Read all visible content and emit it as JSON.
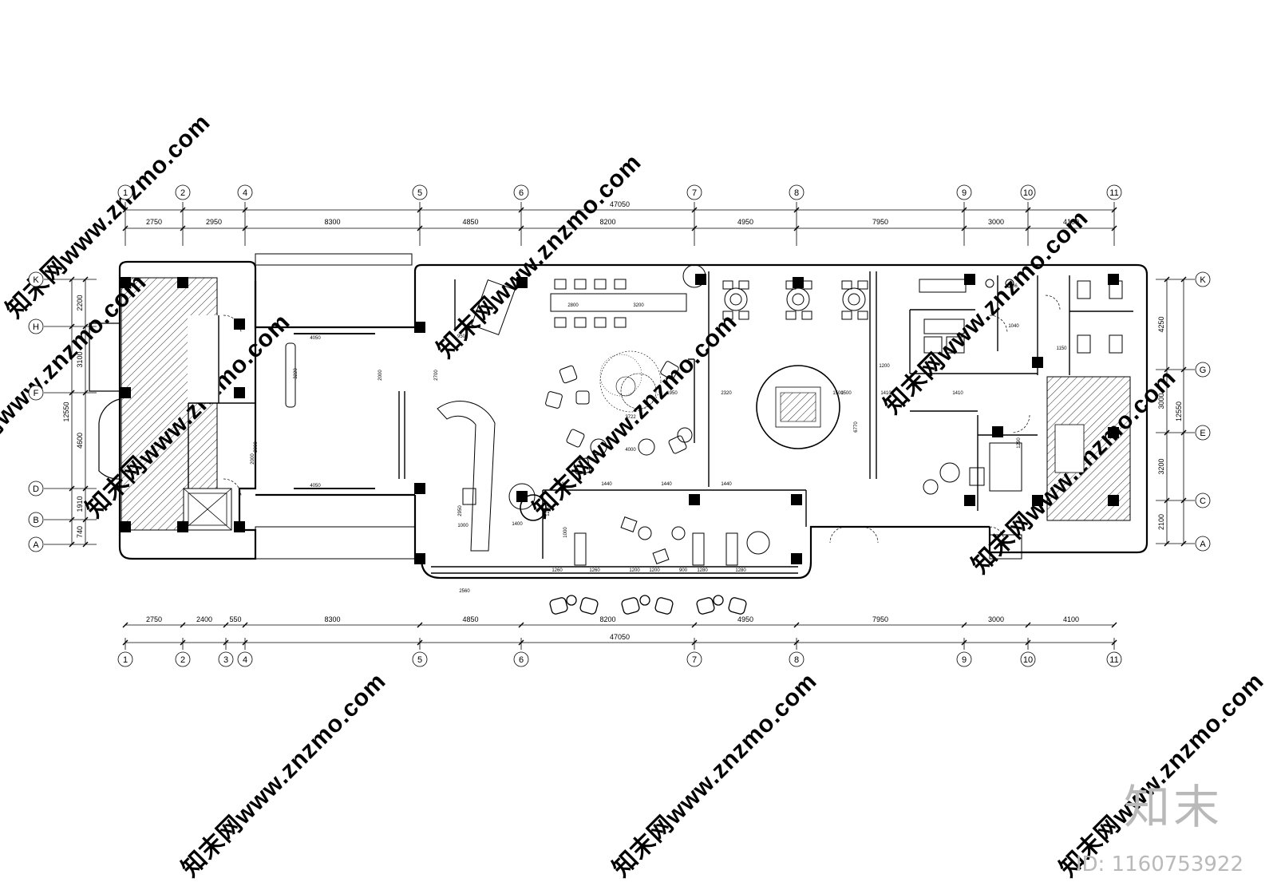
{
  "plan": {
    "top_overall": "47050",
    "top_spans": [
      "2750",
      "2950",
      "8300",
      "4850",
      "8200",
      "4950",
      "7950",
      "3000",
      "4100"
    ],
    "top_axes": [
      "1",
      "2",
      "4",
      "5",
      "6",
      "7",
      "8",
      "9",
      "10",
      "11"
    ],
    "bottom_overall": "47050",
    "bottom_spans": [
      "2750",
      "2400",
      "550",
      "8300",
      "4850",
      "8200",
      "4950",
      "7950",
      "3000",
      "4100"
    ],
    "bottom_axes": [
      "1",
      "2",
      "3",
      "4",
      "5",
      "6",
      "7",
      "8",
      "9",
      "10",
      "11"
    ],
    "left_axes": [
      "K",
      "H",
      "F",
      "D",
      "B",
      "A"
    ],
    "left_spans": [
      "2200",
      "3100",
      "4600",
      "1910",
      "740"
    ],
    "left_overall": "12550",
    "right_axes": [
      "K",
      "G",
      "E",
      "C",
      "A"
    ],
    "right_spans": [
      "4250",
      "3000",
      "3200",
      "2100"
    ],
    "right_overall": "12550",
    "interior_dims": [
      "4050",
      "4050",
      "2000",
      "2000",
      "3220",
      "2800",
      "3200",
      "950",
      "1000",
      "1500",
      "3722",
      "4000",
      "1950",
      "2320",
      "1500",
      "1410",
      "1200",
      "6770",
      "1400",
      "1000",
      "1200",
      "2700",
      "2950",
      "2000",
      "1440",
      "1440",
      "1440",
      "1440",
      "1260",
      "1260",
      "1200",
      "1200",
      "900",
      "1280",
      "1280",
      "2560",
      "1290",
      "1006",
      "1150",
      "1040",
      "1410"
    ]
  },
  "watermark": {
    "site": "知末网www.znzmo.com",
    "brand": "知末",
    "id": "ID: 1160753922"
  }
}
